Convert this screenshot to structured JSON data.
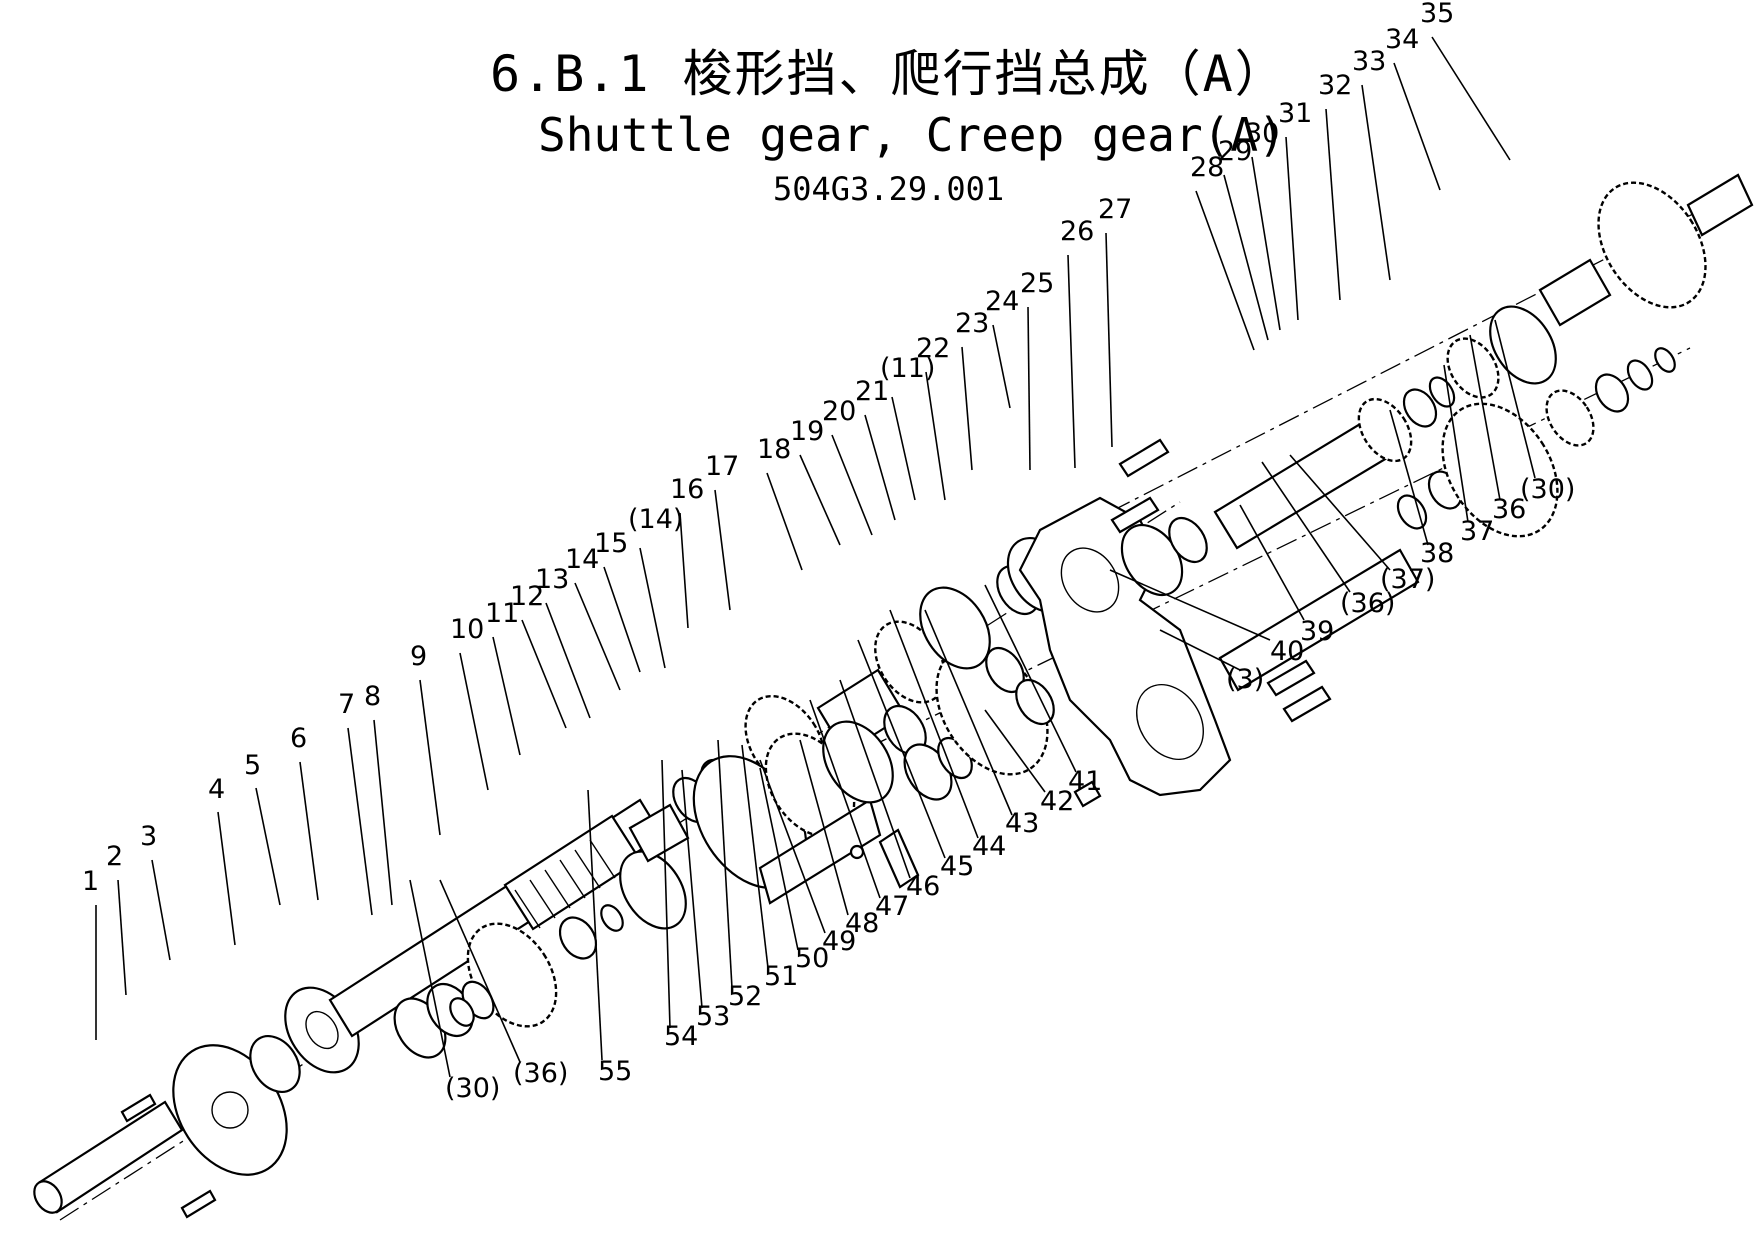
{
  "title": {
    "zh": "6.B.1 梭形挡、爬行挡总成（A）",
    "en": "Shuttle gear, Creep gear(A)",
    "code": "504G3.29.001"
  },
  "callouts": [
    {
      "id": "1",
      "text": "1"
    },
    {
      "id": "2",
      "text": "2"
    },
    {
      "id": "3",
      "text": "3"
    },
    {
      "id": "4",
      "text": "4"
    },
    {
      "id": "5",
      "text": "5"
    },
    {
      "id": "6",
      "text": "6"
    },
    {
      "id": "7",
      "text": "7"
    },
    {
      "id": "8",
      "text": "8"
    },
    {
      "id": "9",
      "text": "9"
    },
    {
      "id": "10",
      "text": "10"
    },
    {
      "id": "11",
      "text": "11"
    },
    {
      "id": "12",
      "text": "12"
    },
    {
      "id": "13",
      "text": "13"
    },
    {
      "id": "14",
      "text": "14"
    },
    {
      "id": "15",
      "text": "15"
    },
    {
      "id": "14p",
      "text": "(14)"
    },
    {
      "id": "16",
      "text": "16"
    },
    {
      "id": "17",
      "text": "17"
    },
    {
      "id": "18",
      "text": "18"
    },
    {
      "id": "19",
      "text": "19"
    },
    {
      "id": "20",
      "text": "20"
    },
    {
      "id": "21",
      "text": "21"
    },
    {
      "id": "11p",
      "text": "(11)"
    },
    {
      "id": "22",
      "text": "22"
    },
    {
      "id": "23",
      "text": "23"
    },
    {
      "id": "24",
      "text": "24"
    },
    {
      "id": "25",
      "text": "25"
    },
    {
      "id": "26",
      "text": "26"
    },
    {
      "id": "27",
      "text": "27"
    },
    {
      "id": "28",
      "text": "28"
    },
    {
      "id": "29",
      "text": "29"
    },
    {
      "id": "30",
      "text": "30"
    },
    {
      "id": "31",
      "text": "31"
    },
    {
      "id": "32",
      "text": "32"
    },
    {
      "id": "33",
      "text": "33"
    },
    {
      "id": "34",
      "text": "34"
    },
    {
      "id": "35",
      "text": "35"
    },
    {
      "id": "30p_right",
      "text": "(30)"
    },
    {
      "id": "36",
      "text": "36"
    },
    {
      "id": "37",
      "text": "37"
    },
    {
      "id": "38",
      "text": "38"
    },
    {
      "id": "37p",
      "text": "(37)"
    },
    {
      "id": "36p_right",
      "text": "(36)"
    },
    {
      "id": "39",
      "text": "39"
    },
    {
      "id": "40",
      "text": "40"
    },
    {
      "id": "3p",
      "text": "(3)"
    },
    {
      "id": "41",
      "text": "41"
    },
    {
      "id": "42",
      "text": "42"
    },
    {
      "id": "43",
      "text": "43"
    },
    {
      "id": "44",
      "text": "44"
    },
    {
      "id": "45",
      "text": "45"
    },
    {
      "id": "46",
      "text": "46"
    },
    {
      "id": "47",
      "text": "47"
    },
    {
      "id": "48",
      "text": "48"
    },
    {
      "id": "49",
      "text": "49"
    },
    {
      "id": "50",
      "text": "50"
    },
    {
      "id": "51",
      "text": "51"
    },
    {
      "id": "52",
      "text": "52"
    },
    {
      "id": "53",
      "text": "53"
    },
    {
      "id": "54",
      "text": "54"
    },
    {
      "id": "55",
      "text": "55"
    },
    {
      "id": "36p_left",
      "text": "(36)"
    },
    {
      "id": "30p_left",
      "text": "(30)"
    }
  ]
}
